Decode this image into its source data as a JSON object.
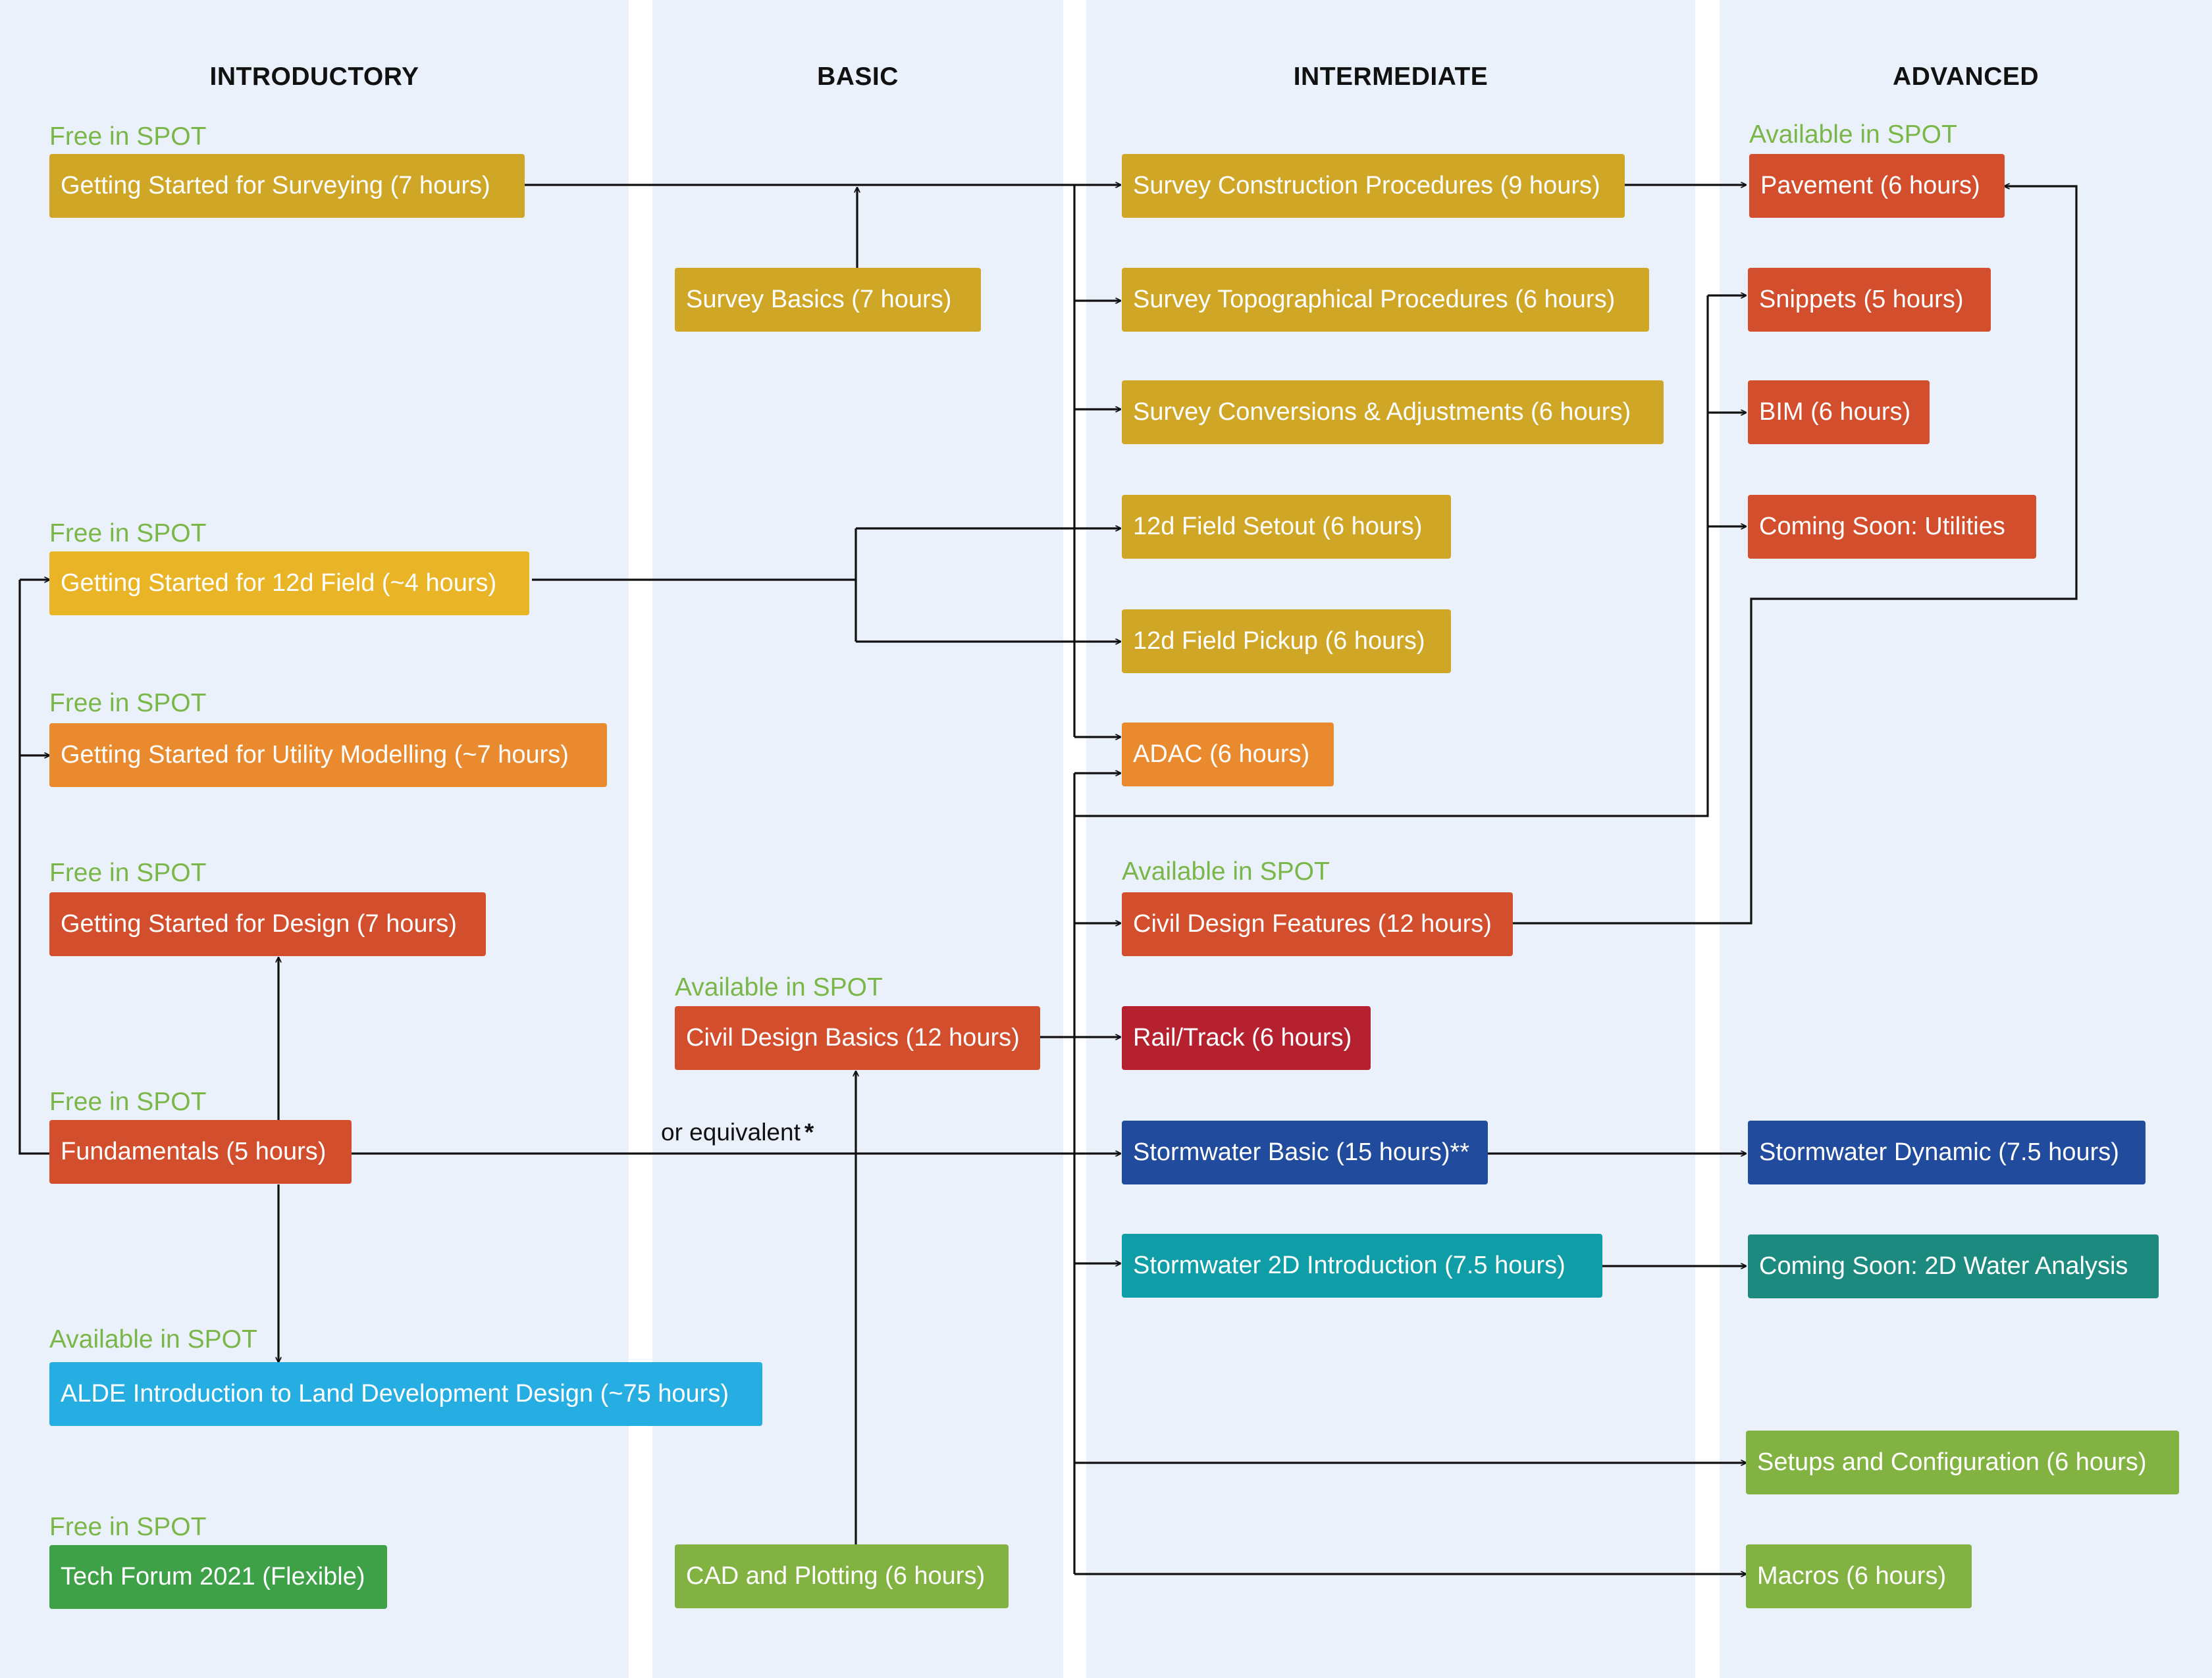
{
  "columns": {
    "introductory": "INTRODUCTORY",
    "basic": "BASIC",
    "intermediate": "INTERMEDIATE",
    "advanced": "ADVANCED"
  },
  "colors": {
    "band": "#eaf1fb",
    "availability_text": "#7ab648",
    "connector": "#111111"
  },
  "availability": {
    "free": "Free in SPOT",
    "available": "Available in SPOT"
  },
  "notes": {
    "or_equivalent": "or equivalent",
    "asterisk": "*"
  },
  "introductory": {
    "surveying": "Getting Started for Surveying (7 hours)",
    "field": "Getting Started for 12d Field (~4 hours)",
    "utility": "Getting Started for Utility Modelling (~7 hours)",
    "design": "Getting Started for Design (7 hours)",
    "fundamentals": "Fundamentals (5 hours)",
    "alde": "ALDE Introduction to Land Development Design (~75 hours)",
    "techforum": "Tech Forum 2021 (Flexible)"
  },
  "basic": {
    "survey_basics": "Survey Basics (7 hours)",
    "civil_design_basics": "Civil Design Basics (12 hours)",
    "cad_plotting": "CAD and Plotting (6 hours)"
  },
  "intermediate": {
    "survey_construction": "Survey Construction Procedures (9 hours)",
    "survey_topo": "Survey Topographical Procedures (6 hours)",
    "survey_conversions": "Survey Conversions & Adjustments (6 hours)",
    "field_setout": "12d Field Setout (6 hours)",
    "field_pickup": "12d Field Pickup (6 hours)",
    "adac": "ADAC (6 hours)",
    "civil_design_features": "Civil Design Features (12 hours)",
    "rail_track": "Rail/Track (6 hours)",
    "stormwater_basic": "Stormwater Basic (15 hours)**",
    "stormwater_2d": "Stormwater 2D Introduction (7.5 hours)"
  },
  "advanced": {
    "pavement": "Pavement (6 hours)",
    "snippets": "Snippets (5 hours)",
    "bim": "BIM (6 hours)",
    "utilities": "Coming Soon: Utilities",
    "stormwater_dynamic": "Stormwater Dynamic (7.5 hours)",
    "water_analysis": "Coming Soon: 2D Water Analysis",
    "setups": "Setups and Configuration (6 hours)",
    "macros": "Macros (6 hours)"
  }
}
